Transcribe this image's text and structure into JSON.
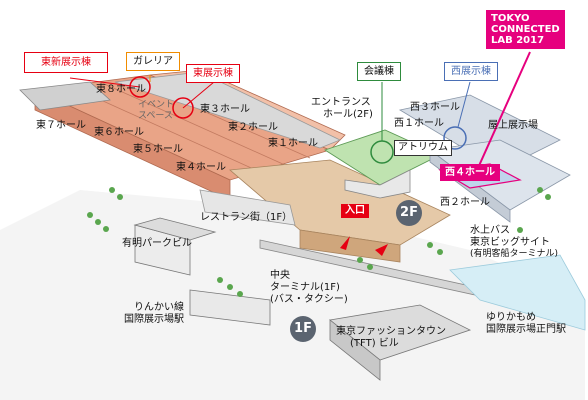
{
  "event_badge": {
    "line1": "TOKYO",
    "line2": "CONNECTED",
    "line3": "LAB 2017",
    "color": "#e6007e"
  },
  "callouts": {
    "east_new_hall": "東新展示棟",
    "galleria": "ガレリア",
    "east_hall": "東展示棟",
    "conference": "会議棟",
    "west_hall": "西展示棟"
  },
  "labels": {
    "east8": "東８ホール",
    "east7": "東７ホール",
    "east6": "東６ホール",
    "east5": "東５ホール",
    "east4": "東４ホール",
    "east3": "東３ホール",
    "east2": "東２ホール",
    "east1": "東１ホール",
    "event_space_1": "イベント",
    "event_space_2": "スペース",
    "entrance_1": "エントランス",
    "entrance_2": "ホール(2F)",
    "west3": "西３ホール",
    "west1": "西１ホール",
    "rooftop": "屋上展示場",
    "atrium": "アトリウム",
    "west4": "西４ホール",
    "west2": "西２ホール",
    "restaurant": "レストラン街（1F）",
    "entrance_mark": "入口",
    "floor_2f": "2F",
    "floor_1f": "1F",
    "park_building": "有明パークビル",
    "water_bus_1": "水上バス",
    "water_bus_2": "東京ビッグサイト",
    "water_bus_3": "(有明客船ターミナル)",
    "central_1": "中央",
    "central_2": "ターミナル(1F)",
    "central_3": "(バス・タクシー)",
    "rinkai_1": "りんかい線",
    "rinkai_2": "国際展示場駅",
    "yurikamome_1": "ゆりかもめ",
    "yurikamome_2": "国際展示場正門駅",
    "tft_1": "東京ファッションタウン",
    "tft_2": "(TFT) ビル"
  },
  "colors": {
    "highlight": "#e6007e",
    "east_new_border": "#e60012",
    "galleria_border": "#f08c00",
    "conference_border": "#2e8b3d",
    "west_border": "#4a6fb5",
    "badge_gray": "#5b6470"
  }
}
